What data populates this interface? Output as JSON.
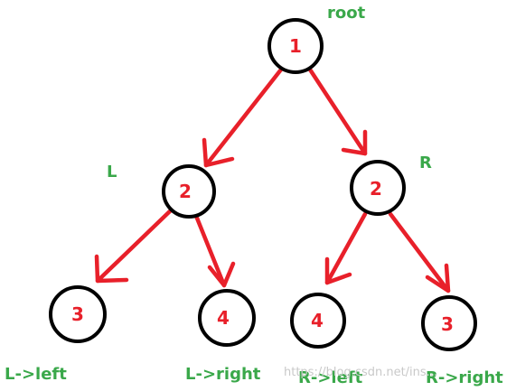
{
  "nodes": {
    "root": {
      "value": "1"
    },
    "l": {
      "value": "2"
    },
    "r": {
      "value": "2"
    },
    "ll": {
      "value": "3"
    },
    "lr": {
      "value": "4"
    },
    "rl": {
      "value": "4"
    },
    "rr": {
      "value": "3"
    }
  },
  "labels": {
    "root": "root",
    "l": "L",
    "r": "R",
    "ll": "L->left",
    "lr": "L->right",
    "rl": "R->left",
    "rr": "R->right"
  },
  "watermark": "https://blog.csdn.net/ins...",
  "colors": {
    "edge": "#e8202a",
    "node_value": "#e8202a",
    "label": "#3aa84a",
    "node_border": "#000000"
  }
}
